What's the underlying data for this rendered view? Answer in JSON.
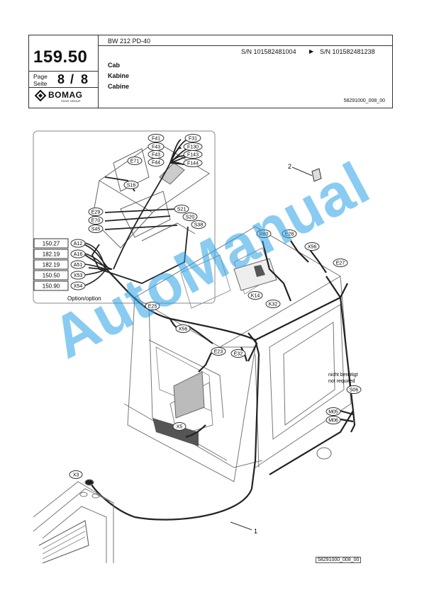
{
  "header": {
    "page_ref": "159.50",
    "model": "BW 212 PD-40",
    "serial_from": "S/N 101582481004",
    "serial_arrow": "▶",
    "serial_to": "S/N 101582481238",
    "page_label": "Page",
    "seite_label": "Seite",
    "page_current": "8",
    "page_sep": "/",
    "page_total": "8",
    "title_en": "Cab",
    "title_de": "Kabine",
    "title_fr": "Cabine",
    "doc_id": "58291000_008_00",
    "brand": "BOMAG",
    "brand_sub": "FAYAT GROUP"
  },
  "diagram": {
    "inset_fuses_right": [
      "F31",
      "F130",
      "F143",
      "F144"
    ],
    "inset_fuses_left": [
      "F41",
      "F43",
      "F43",
      "F44"
    ],
    "inset_labels": [
      "E71",
      "S16",
      "E29",
      "E70",
      "S45",
      "S21",
      "S20",
      "S38"
    ],
    "option_refs": [
      {
        "ref": "150.27",
        "tag": "A12"
      },
      {
        "ref": "182.19",
        "tag": "A16"
      },
      {
        "ref": "182.19",
        "tag": "A51"
      },
      {
        "ref": "150.50",
        "tag": "X53"
      },
      {
        "ref": "150.90",
        "tag": "X54"
      }
    ],
    "option_label": "Option/option",
    "part2_label": "2",
    "part1_label": "1",
    "cab_labels": [
      "R80",
      "E28",
      "X56",
      "E27",
      "K14",
      "K32",
      "E25",
      "X56",
      "E23",
      "E32",
      "X5",
      "S06",
      "M05",
      "M06",
      "X3"
    ],
    "not_required_de": "nicht benötigt",
    "not_required_en": "not required",
    "footer_id": "58291000_008_00"
  },
  "watermark": "AutoManual",
  "colors": {
    "watermark": "#28a0e6",
    "line": "#222222"
  }
}
